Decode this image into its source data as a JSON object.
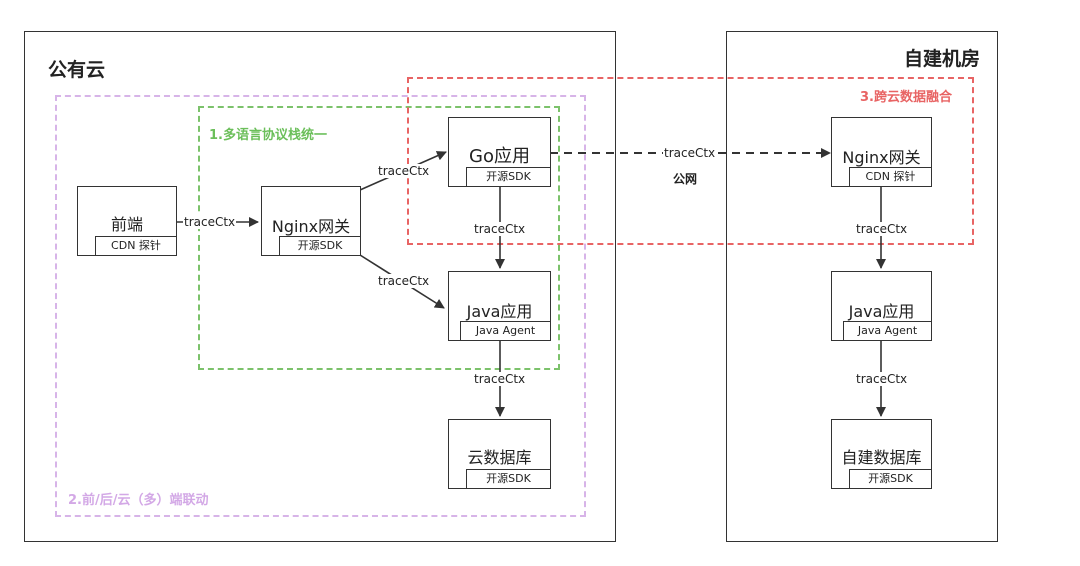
{
  "regions": {
    "public_cloud": "公有云",
    "self_idc": "自建机房"
  },
  "zones": {
    "multi_lang": "1.多语言协议栈统一",
    "multi_end": "2.前/后/云（多）端联动",
    "cross_cloud": "3.跨云数据融合"
  },
  "nodes": {
    "frontend": {
      "name": "前端",
      "tag": "CDN 探针"
    },
    "nginx_pub": {
      "name": "Nginx网关",
      "tag": "开源SDK"
    },
    "go_app": {
      "name": "Go应用",
      "tag": "开源SDK"
    },
    "java_pub": {
      "name": "Java应用",
      "tag": "Java Agent"
    },
    "cloud_db": {
      "name": "云数据库",
      "tag": "开源SDK"
    },
    "nginx_idc": {
      "name": "Nginx网关",
      "tag": "CDN 探针"
    },
    "java_idc": {
      "name": "Java应用",
      "tag": "Java Agent"
    },
    "idc_db": {
      "name": "自建数据库",
      "tag": "开源SDK"
    }
  },
  "edges": {
    "frontend_nginx": "traceCtx",
    "nginx_go": "traceCtx",
    "nginx_java": "traceCtx",
    "go_java": "traceCtx",
    "java_db": "traceCtx",
    "go_nginx_idc": "traceCtx",
    "nginx_java_idc": "traceCtx",
    "java_db_idc": "traceCtx"
  },
  "network_label": "公网",
  "colors": {
    "green": "#7cc26b",
    "purple": "#d7b4e8",
    "red": "#e86464",
    "line": "#333333"
  }
}
